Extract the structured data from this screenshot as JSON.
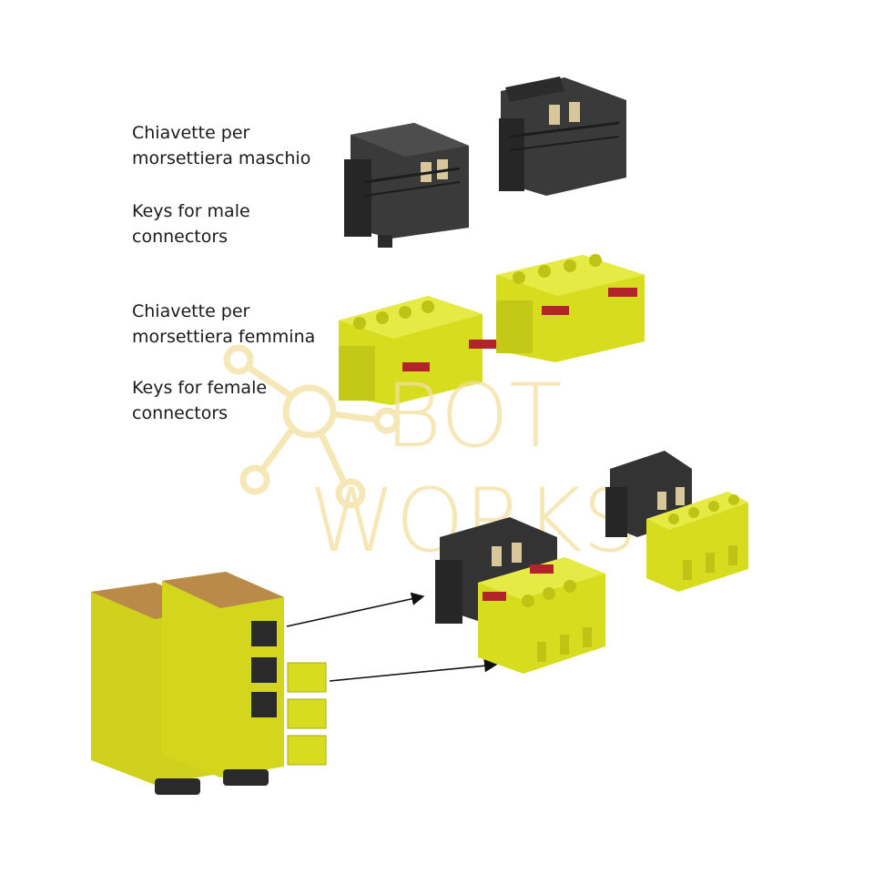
{
  "labels": {
    "male_it": "Chiavette per\nmorsettiera maschio",
    "male_en": "Keys for male\nconnectors",
    "female_it": "Chiavette per\nmorsettiera femmina",
    "female_en": "Keys for female\nconnectors"
  },
  "watermark": {
    "line1": "BOT",
    "line2": "WORKS"
  },
  "colors": {
    "connector_black": "#2a2a2a",
    "connector_yellow": "#d7dc1e",
    "module_yellow": "#cfd11c",
    "key_tan": "#d8c79a",
    "key_red": "#b3242a",
    "watermark": "#f3dfa0",
    "arrow": "#111111"
  },
  "icons": [
    "male-connector-icon",
    "female-connector-icon",
    "relay-module-icon",
    "arrow-icon"
  ]
}
